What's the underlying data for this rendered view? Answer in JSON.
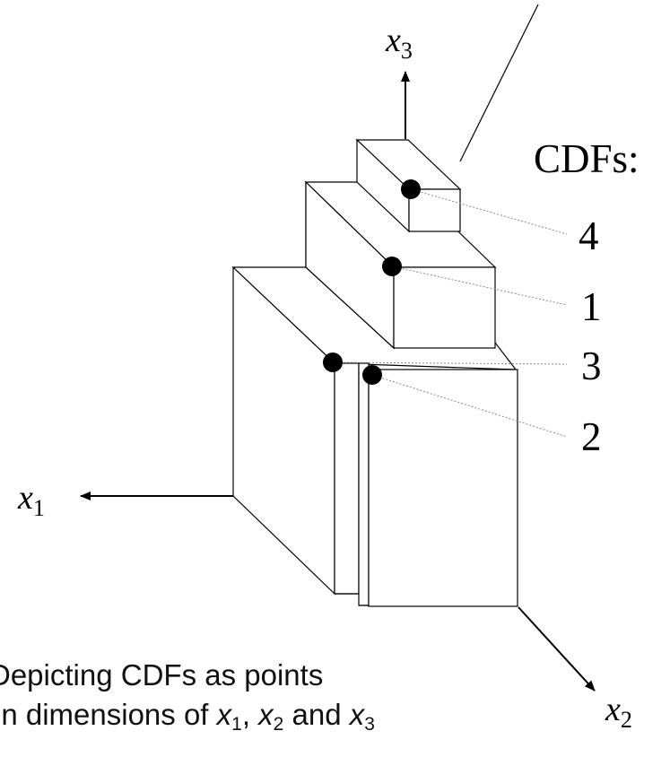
{
  "diagram": {
    "axes": {
      "x1": {
        "letter": "x",
        "sub": "1"
      },
      "x2": {
        "letter": "x",
        "sub": "2"
      },
      "x3": {
        "letter": "x",
        "sub": "3"
      }
    },
    "cdfs_title": "CDFs:",
    "cdf_labels": [
      "4",
      "1",
      "3",
      "2"
    ]
  },
  "caption": {
    "line1": "Depicting CDFs as points",
    "line2_prefix": "in dimensions of ",
    "var": "x",
    "s1": "1",
    "sep1": ", ",
    "s2": "2",
    "sep2": " and ",
    "s3": "3"
  }
}
